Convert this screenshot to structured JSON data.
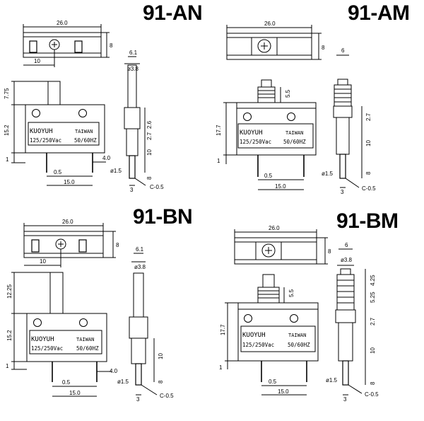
{
  "models": [
    {
      "id": "91-AN",
      "top_width": "26.0",
      "top_depth": "8",
      "top_offset": "10",
      "side_width": "6.1",
      "side_dia": "ø3.8",
      "side_dims": [
        "2.6",
        "2.7",
        "10",
        "8"
      ],
      "plunger_height": "7.75",
      "body_height": "15.2",
      "pin_height": "1",
      "terminal_gap": "0.5",
      "terminal_span": "15.0",
      "terminal_offset": "4.0",
      "pin_dia": "ø1.5",
      "pin_width": "3",
      "chamfer": "C-0.5"
    },
    {
      "id": "91-AM",
      "top_width": "26.0",
      "top_depth": "8",
      "side_width": "6",
      "side_dims": [
        "2.7",
        "10",
        "8"
      ],
      "thread_height": "5.5",
      "body_height": "17.7",
      "pin_height": "1",
      "terminal_gap": "0.5",
      "terminal_span": "15.0",
      "pin_dia": "ø1.5",
      "pin_width": "3",
      "chamfer": "C-0.5"
    },
    {
      "id": "91-BN",
      "top_width": "26.0",
      "top_depth": "8",
      "top_offset": "10",
      "side_width": "6.1",
      "side_dia": "ø3.8",
      "side_dims": [
        "10",
        "8"
      ],
      "plunger_height": "12.25",
      "body_height": "15.2",
      "pin_height": "1",
      "terminal_gap": "0.5",
      "terminal_span": "15.0",
      "terminal_offset": "4.0",
      "pin_dia": "ø1.5",
      "pin_width": "3",
      "chamfer": "C-0.5"
    },
    {
      "id": "91-BM",
      "top_width": "26.0",
      "top_depth": "8",
      "side_width": "6",
      "side_dia": "ø3.8",
      "side_dims": [
        "4.25",
        "5.25",
        "2.7",
        "10",
        "8"
      ],
      "thread_height": "5.5",
      "body_height": "17.7",
      "pin_height": "1",
      "terminal_gap": "0.5",
      "terminal_span": "15.0",
      "pin_dia": "ø1.5",
      "pin_width": "3",
      "chamfer": "C-0.5"
    }
  ],
  "label": {
    "brand": "KUOYUH",
    "country": "TAIWAN",
    "rating": "125/250Vac",
    "freq": "50/60HZ"
  }
}
